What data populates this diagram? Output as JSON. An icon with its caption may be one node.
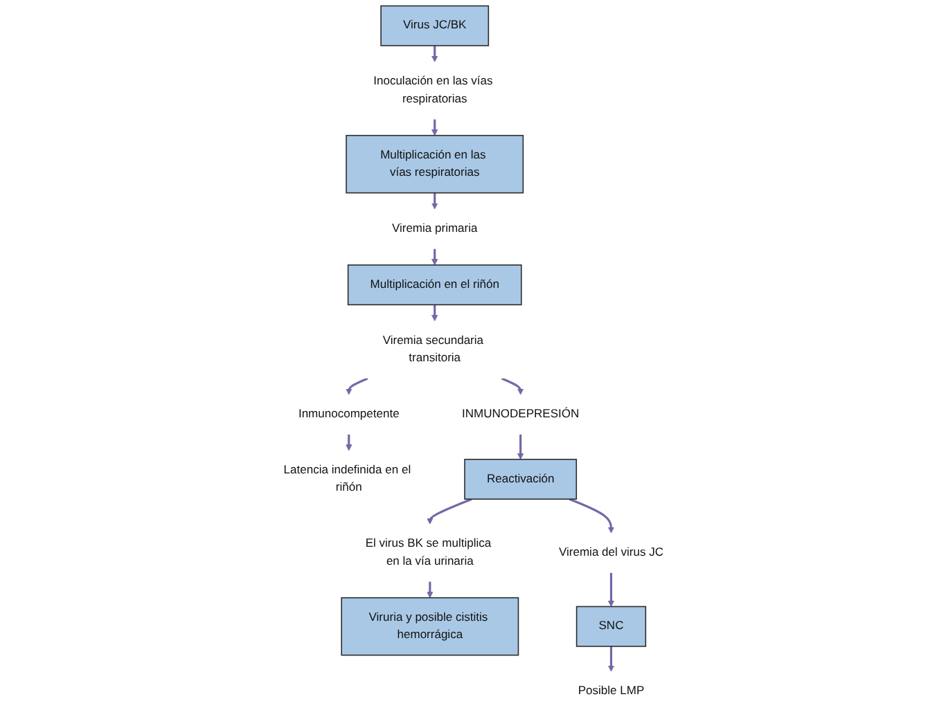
{
  "diagram": {
    "nodes": [
      {
        "text": [
          "Virus JC/BK"
        ]
      },
      {
        "text": [
          "Inoculación en las vías respiratorias"
        ]
      },
      {
        "text": [
          "Multiplicación en las vías respiratorias"
        ]
      },
      {
        "text": [
          "Viremia primaria"
        ]
      },
      {
        "text": [
          "Multiplicación en el riñón"
        ]
      },
      {
        "text": [
          "Viremia secundaria transitoria"
        ]
      },
      {
        "text": [
          "Inmunocompetente"
        ]
      },
      {
        "text": [
          "Latencia indefinida en el riñón"
        ]
      },
      {
        "text": [
          "INMUNODEPRESIÓN"
        ]
      },
      {
        "text": [
          "Reactivación"
        ]
      },
      {
        "text": [
          "El virus BK se multiplica en la vía urinaria"
        ]
      },
      {
        "text": [
          "Viruria y posible cistitis hemorrágica"
        ]
      },
      {
        "text": [
          "Viremia del virus JC"
        ]
      },
      {
        "text": [
          "SNC"
        ]
      },
      {
        "text": [
          "Posible LMP"
        ]
      }
    ],
    "edges": [
      {
        "from": 0,
        "to": 1,
        "arrow": "to"
      },
      {
        "from": 1,
        "to": 2,
        "arrow": "to"
      },
      {
        "from": 2,
        "to": 3,
        "arrow": "to"
      },
      {
        "from": 3,
        "to": 4,
        "arrow": "to"
      },
      {
        "from": 4,
        "to": 5,
        "arrow": "to"
      },
      {
        "from": 5,
        "to": 6,
        "arrow": "to"
      },
      {
        "from": 6,
        "to": 7,
        "arrow": "to"
      },
      {
        "from": 5,
        "to": 8,
        "arrow": "to"
      },
      {
        "from": 8,
        "to": 9,
        "arrow": "to"
      },
      {
        "from": 9,
        "to": 10,
        "arrow": "to"
      },
      {
        "from": 10,
        "to": 11,
        "arrow": "to"
      },
      {
        "from": 9,
        "to": 12,
        "arrow": "to"
      },
      {
        "from": 12,
        "to": 13,
        "arrow": "to"
      },
      {
        "from": 13,
        "to": 14,
        "arrow": "to"
      }
    ]
  }
}
